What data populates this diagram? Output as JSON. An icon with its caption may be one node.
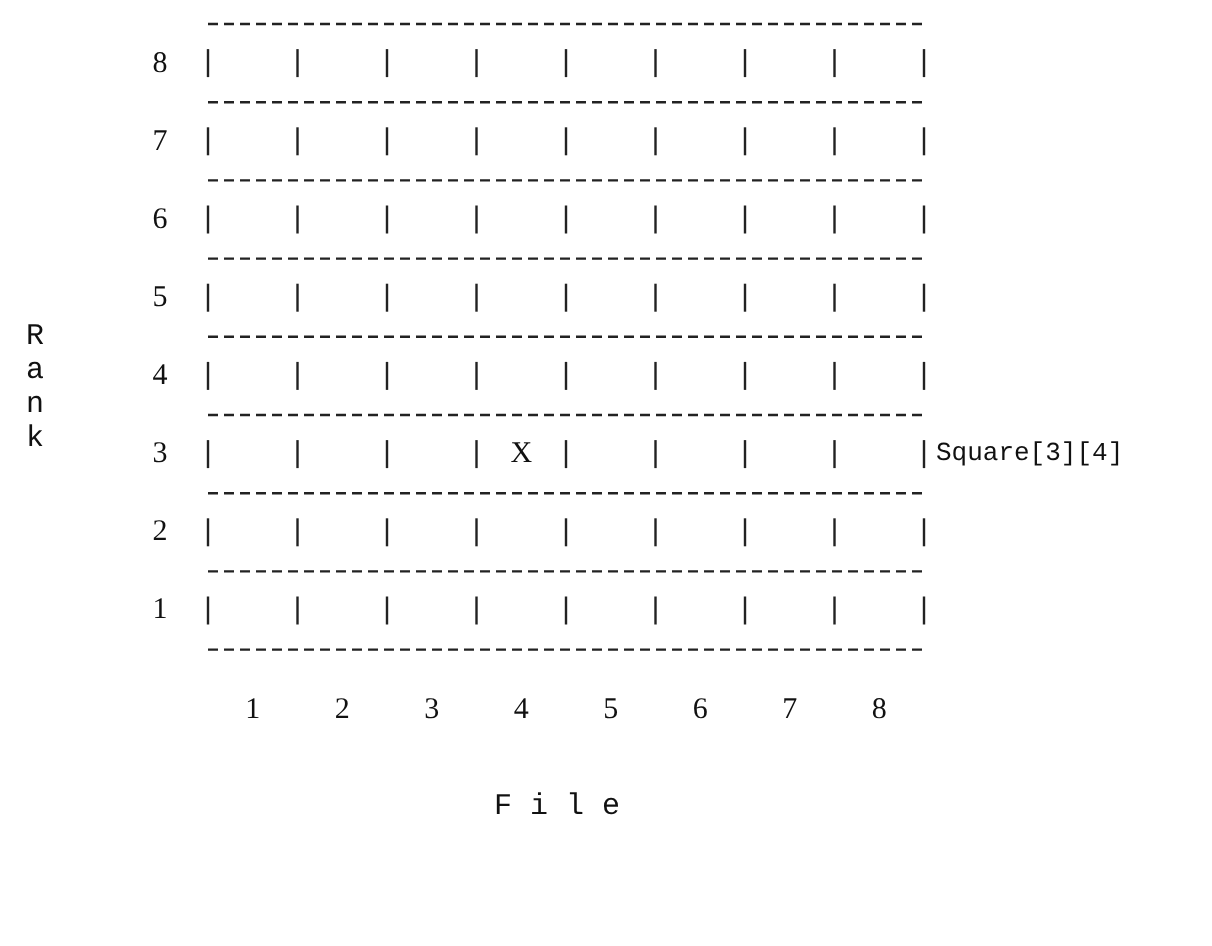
{
  "diagram": {
    "labels": [
      "8",
      "7",
      "6",
      "5",
      "Rank",
      "4",
      "3",
      "X",
      "Square[3][4]",
      "2",
      "1",
      "1",
      "2",
      "3",
      "4",
      "5",
      "6",
      "7",
      "8",
      "File"
    ]
  }
}
